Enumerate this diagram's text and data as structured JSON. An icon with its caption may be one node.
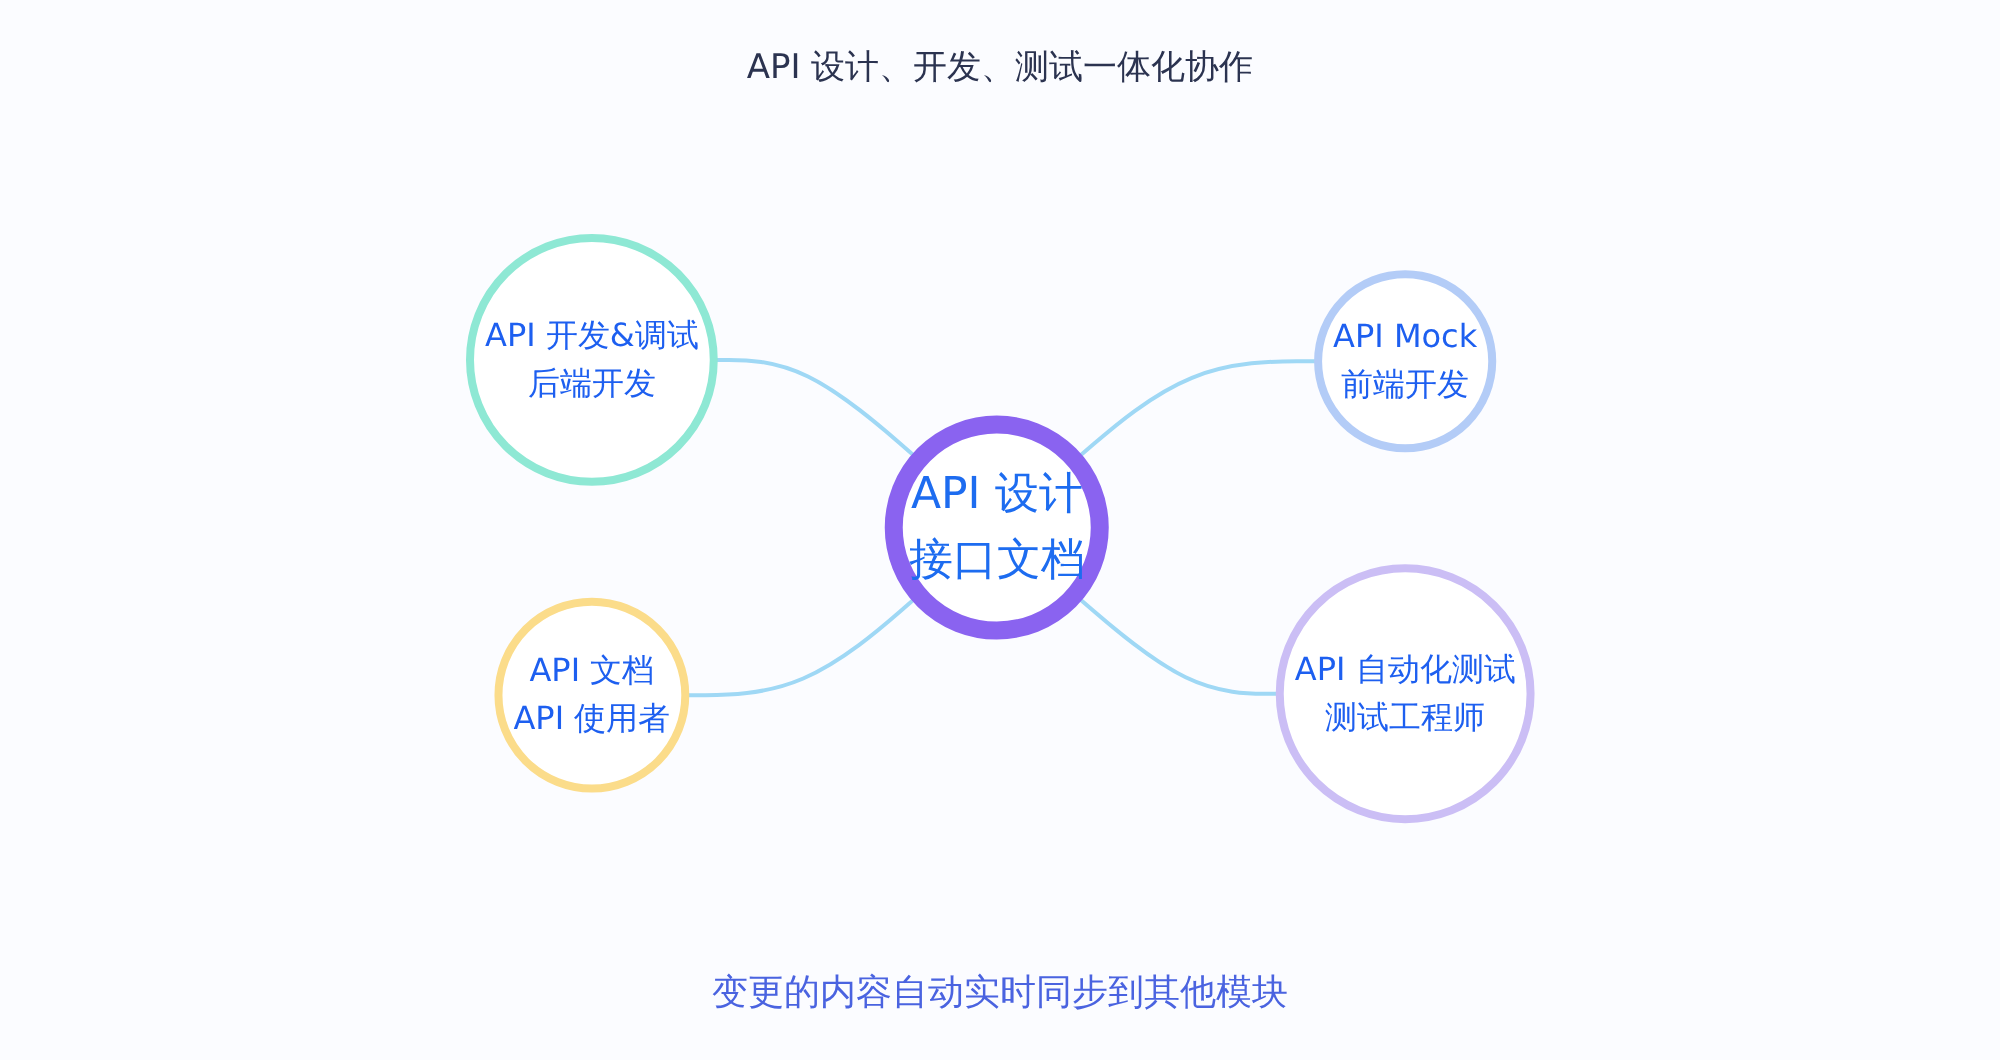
{
  "diagram": {
    "title": "API 设计、开发、测试一体化协作",
    "caption": "变更的内容自动实时同步到其他模块",
    "nodes": [
      {
        "text": [
          "API 开发&调试",
          "后端开发"
        ]
      },
      {
        "text": [
          "API Mock",
          "前端开发"
        ]
      },
      {
        "text": [
          "API 设计",
          "接口文档"
        ]
      },
      {
        "text": [
          "API 文档",
          "API 使用者"
        ]
      },
      {
        "text": [
          "API 自动化测试",
          "测试工程师"
        ]
      }
    ],
    "edges": [
      {
        "from": 0,
        "to": 2,
        "arrow": "none"
      },
      {
        "from": 3,
        "to": 2,
        "arrow": "none"
      },
      {
        "from": 2,
        "to": 1,
        "arrow": "none"
      },
      {
        "from": 2,
        "to": 4,
        "arrow": "none"
      }
    ]
  }
}
